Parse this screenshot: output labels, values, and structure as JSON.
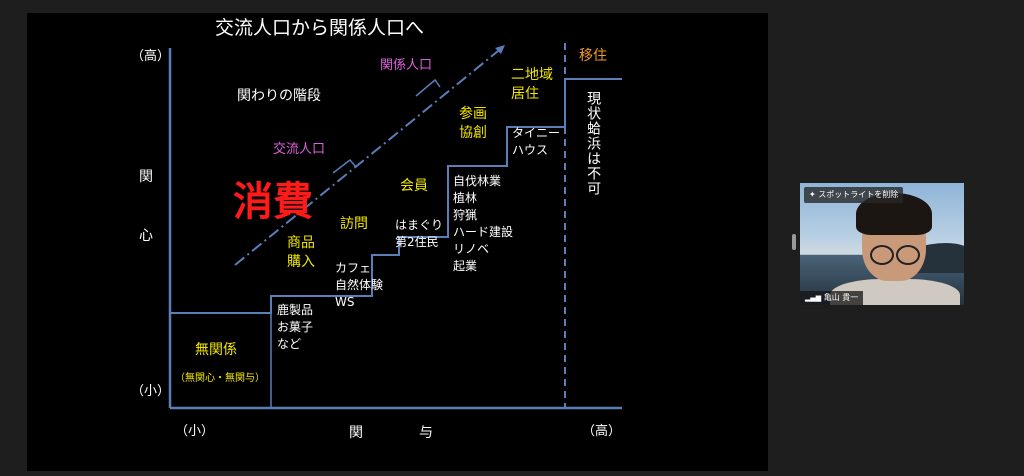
{
  "slide": {
    "title": "交流人口から関係人口へ",
    "y_axis": {
      "high": "（高）",
      "label_top": "関",
      "label_bottom": "心",
      "low": "（小）"
    },
    "x_axis": {
      "low": "（小）",
      "label_left": "関",
      "label_right": "与",
      "high": "（高）"
    },
    "stages": {
      "unrelated": "無関係",
      "unrelated_sub": "（無関心・無関与）",
      "purchase": [
        "商品",
        "購入"
      ],
      "visit": "訪問",
      "member": "会員",
      "participation": [
        "参画",
        "協創"
      ],
      "two_region": [
        "二地域",
        "居住"
      ],
      "relocate": "移住"
    },
    "examples": {
      "products": [
        "鹿製品",
        "お菓子",
        "など"
      ],
      "visit": [
        "カフェ",
        "自然体験",
        "WS"
      ],
      "member": [
        "はまぐり",
        "第2住民"
      ],
      "participation": [
        "自伐林業",
        "植林",
        "狩猟",
        "ハード建設",
        "リノベ",
        "起業"
      ],
      "tiny_house": [
        "タイニー",
        "ハウス"
      ],
      "relocate_note": "現状蛤浜は不可"
    },
    "steps_label": "関わりの階段",
    "consumption": "消費",
    "exchange_population": "交流人口",
    "relation_population": "関係人口"
  },
  "video": {
    "spotlight_label": "スポットライトを削除",
    "participant_name": "亀山 貴一",
    "signal_icon": "signal-bars-icon",
    "pin_icon": "pin-icon"
  },
  "colors": {
    "white": "#ffffff",
    "yellow": "#f2e600",
    "magenta": "#e05fe0",
    "orange": "#f39c2c",
    "red": "#ff1a1a",
    "line_blue": "#5b7db8"
  }
}
